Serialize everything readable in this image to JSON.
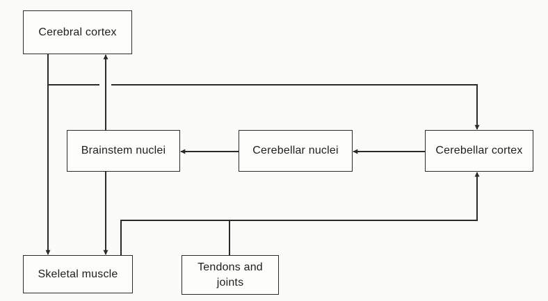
{
  "diagram": {
    "nodes": {
      "cerebral_cortex": "Cerebral cortex",
      "brainstem_nuclei": "Brainstem nuclei",
      "cerebellar_nuclei": "Cerebellar nuclei",
      "cerebellar_cortex": "Cerebellar cortex",
      "skeletal_muscle": "Skeletal muscle",
      "tendons_joints": "Tendons and\njoints"
    },
    "edges": [
      {
        "from": "Cerebral cortex",
        "to": "Skeletal muscle"
      },
      {
        "from": "Cerebral cortex",
        "to": "Cerebellar cortex"
      },
      {
        "from": "Brainstem nuclei",
        "to": "Cerebral cortex"
      },
      {
        "from": "Brainstem nuclei",
        "to": "Skeletal muscle"
      },
      {
        "from": "Cerebellar nuclei",
        "to": "Brainstem nuclei"
      },
      {
        "from": "Cerebellar cortex",
        "to": "Cerebellar nuclei"
      },
      {
        "from": "Skeletal muscle",
        "to": "Cerebellar cortex"
      },
      {
        "from": "Tendons and joints",
        "to": "Cerebellar cortex"
      }
    ],
    "colors": {
      "line": "#2a2a2a",
      "background": "#fbfbf8"
    }
  }
}
